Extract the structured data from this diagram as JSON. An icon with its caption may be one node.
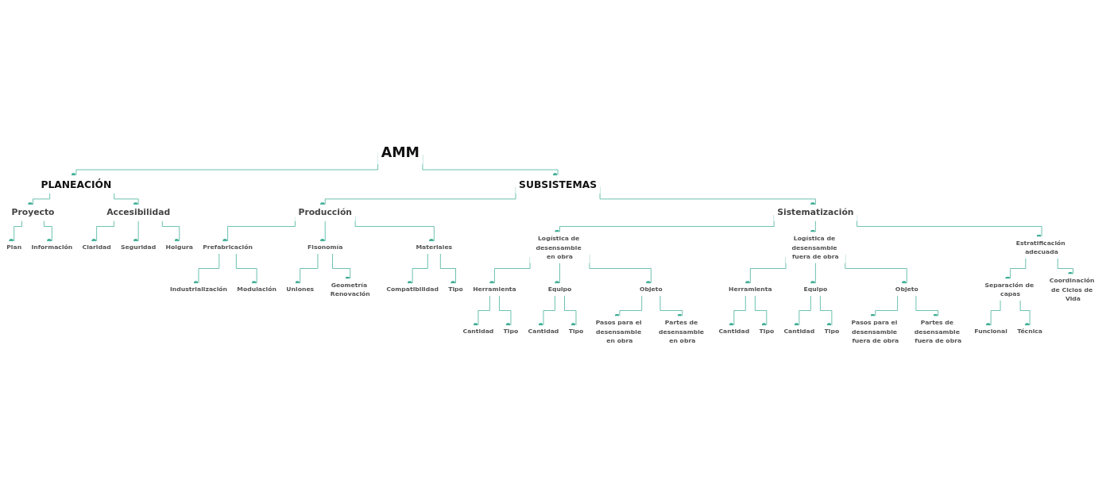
{
  "diagram": {
    "nodes": [
      {
        "text": [
          "AMM"
        ]
      },
      {
        "text": [
          "PLANEACIÓN"
        ]
      },
      {
        "text": [
          "SUBSISTEMAS"
        ]
      },
      {
        "text": [
          "Proyecto"
        ]
      },
      {
        "text": [
          "Accesibilidad"
        ]
      },
      {
        "text": [
          "Plan"
        ]
      },
      {
        "text": [
          "Información"
        ]
      },
      {
        "text": [
          "Claridad"
        ]
      },
      {
        "text": [
          "Seguridad"
        ]
      },
      {
        "text": [
          "Holgura"
        ]
      },
      {
        "text": [
          "Producción"
        ]
      },
      {
        "text": [
          "Sistematización"
        ]
      },
      {
        "text": [
          "Prefabricación"
        ]
      },
      {
        "text": [
          "Industrialización"
        ]
      },
      {
        "text": [
          "Modulación"
        ]
      },
      {
        "text": [
          "Fisonomía"
        ]
      },
      {
        "text": [
          "Uniones"
        ]
      },
      {
        "text": [
          "Geometría Renovación"
        ]
      },
      {
        "text": [
          "Materiales"
        ]
      },
      {
        "text": [
          "Compatibilidad"
        ]
      },
      {
        "text": [
          "Tipo"
        ]
      },
      {
        "text": [
          "Logística de desensamble en obra"
        ]
      },
      {
        "text": [
          "Herramienta"
        ]
      },
      {
        "text": [
          "Cantidad"
        ]
      },
      {
        "text": [
          "Tipo"
        ]
      },
      {
        "text": [
          "Equipo"
        ]
      },
      {
        "text": [
          "Cantidad"
        ]
      },
      {
        "text": [
          "Tipo"
        ]
      },
      {
        "text": [
          "Objeto"
        ]
      },
      {
        "text": [
          "Pasos para el desensamble en obra"
        ]
      },
      {
        "text": [
          "Partes de desensamble en obra"
        ]
      },
      {
        "text": [
          "Logística de desensamble fuera de obra"
        ]
      },
      {
        "text": [
          "Herramienta"
        ]
      },
      {
        "text": [
          "Cantidad"
        ]
      },
      {
        "text": [
          "Tipo"
        ]
      },
      {
        "text": [
          "Equipo"
        ]
      },
      {
        "text": [
          "Cantidad"
        ]
      },
      {
        "text": [
          "Tipo"
        ]
      },
      {
        "text": [
          "Objeto"
        ]
      },
      {
        "text": [
          "Pasos para el desensamble fuera de obra"
        ]
      },
      {
        "text": [
          "Partes de desensamble fuera de obra"
        ]
      },
      {
        "text": [
          "Estratificación adecuada"
        ]
      },
      {
        "text": [
          "Separación de capas"
        ]
      },
      {
        "text": [
          "Funcional"
        ]
      },
      {
        "text": [
          "Técnica"
        ]
      },
      {
        "text": [
          "Coordinación de Ciclos de Vida"
        ]
      }
    ],
    "edges": [
      {
        "from": 0,
        "to": 1,
        "arrow": "other"
      },
      {
        "from": 0,
        "to": 2,
        "arrow": "other"
      },
      {
        "from": 1,
        "to": 3,
        "arrow": "other"
      },
      {
        "from": 1,
        "to": 4,
        "arrow": "other"
      },
      {
        "from": 3,
        "to": 5,
        "arrow": "other"
      },
      {
        "from": 3,
        "to": 6,
        "arrow": "other"
      },
      {
        "from": 4,
        "to": 7,
        "arrow": "other"
      },
      {
        "from": 4,
        "to": 8,
        "arrow": "other"
      },
      {
        "from": 4,
        "to": 9,
        "arrow": "other"
      },
      {
        "from": 2,
        "to": 10,
        "arrow": "other"
      },
      {
        "from": 2,
        "to": 11,
        "arrow": "other"
      },
      {
        "from": 10,
        "to": 12,
        "arrow": "other"
      },
      {
        "from": 12,
        "to": 13,
        "arrow": "other"
      },
      {
        "from": 12,
        "to": 14,
        "arrow": "other"
      },
      {
        "from": 10,
        "to": 15,
        "arrow": "other"
      },
      {
        "from": 15,
        "to": 16,
        "arrow": "other"
      },
      {
        "from": 15,
        "to": 17,
        "arrow": "other"
      },
      {
        "from": 10,
        "to": 18,
        "arrow": "other"
      },
      {
        "from": 18,
        "to": 19,
        "arrow": "other"
      },
      {
        "from": 18,
        "to": 20,
        "arrow": "other"
      },
      {
        "from": 11,
        "to": 21,
        "arrow": "other"
      },
      {
        "from": 21,
        "to": 22,
        "arrow": "other"
      },
      {
        "from": 22,
        "to": 23,
        "arrow": "other"
      },
      {
        "from": 22,
        "to": 24,
        "arrow": "other"
      },
      {
        "from": 21,
        "to": 25,
        "arrow": "other"
      },
      {
        "from": 25,
        "to": 26,
        "arrow": "other"
      },
      {
        "from": 25,
        "to": 27,
        "arrow": "other"
      },
      {
        "from": 21,
        "to": 28,
        "arrow": "other"
      },
      {
        "from": 28,
        "to": 29,
        "arrow": "other"
      },
      {
        "from": 28,
        "to": 30,
        "arrow": "other"
      },
      {
        "from": 11,
        "to": 31,
        "arrow": "other"
      },
      {
        "from": 31,
        "to": 32,
        "arrow": "other"
      },
      {
        "from": 32,
        "to": 33,
        "arrow": "other"
      },
      {
        "from": 32,
        "to": 34,
        "arrow": "other"
      },
      {
        "from": 31,
        "to": 35,
        "arrow": "other"
      },
      {
        "from": 35,
        "to": 36,
        "arrow": "other"
      },
      {
        "from": 35,
        "to": 37,
        "arrow": "other"
      },
      {
        "from": 31,
        "to": 38,
        "arrow": "other"
      },
      {
        "from": 38,
        "to": 39,
        "arrow": "other"
      },
      {
        "from": 38,
        "to": 40,
        "arrow": "other"
      },
      {
        "from": 11,
        "to": 41,
        "arrow": "other"
      },
      {
        "from": 41,
        "to": 42,
        "arrow": "other"
      },
      {
        "from": 42,
        "to": 43,
        "arrow": "other"
      },
      {
        "from": 42,
        "to": 44,
        "arrow": "other"
      },
      {
        "from": 41,
        "to": 45,
        "arrow": "other"
      }
    ]
  }
}
